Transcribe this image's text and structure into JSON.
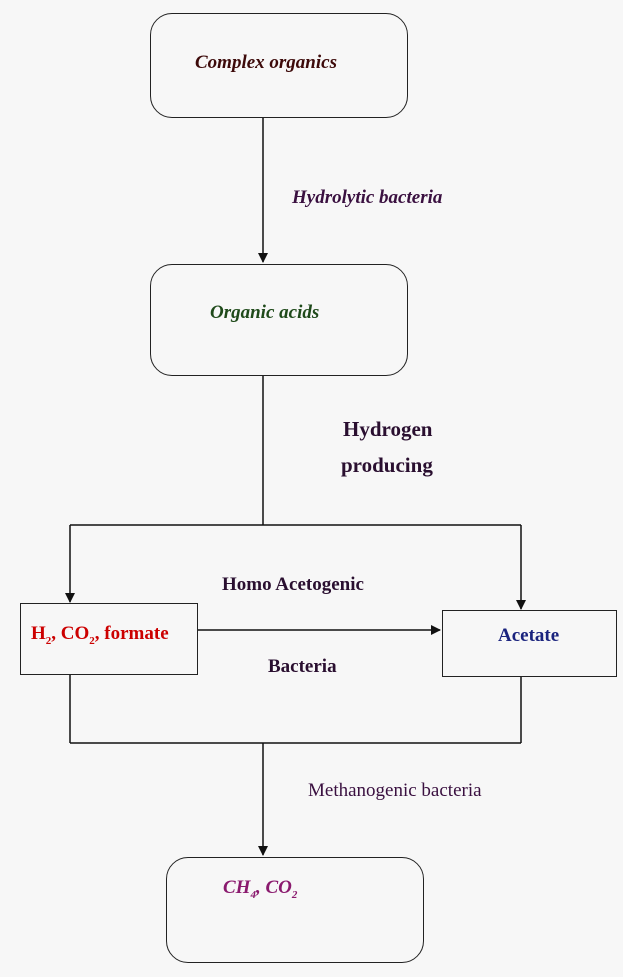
{
  "nodes": {
    "complex_organics": {
      "label": "Complex organics",
      "color": "#3d0a0a"
    },
    "organic_acids": {
      "label": "Organic acids",
      "color": "#1f4a1a"
    },
    "h2_co2_formate": {
      "h": "H",
      "h_sub": "2",
      "co": ", CO",
      "co_sub": "2",
      "rest": ", formate",
      "color": "#cc0000"
    },
    "acetate": {
      "label": "Acetate",
      "color": "#1a237e"
    },
    "ch4_co2": {
      "ch": "CH",
      "ch_sub": "4",
      "co": ", CO",
      "co_sub": "2",
      "color": "#8a1a6e"
    }
  },
  "edges": {
    "hydrolytic": {
      "label": "Hydrolytic bacteria",
      "color": "#3a1040"
    },
    "hydrogen_line1": {
      "label": "Hydrogen",
      "color": "#2a0f30"
    },
    "hydrogen_line2": {
      "label": "producing",
      "color": "#2a0f30"
    },
    "homo_acetogenic": {
      "label": "Homo Acetogenic",
      "color": "#2a0f30"
    },
    "bacteria": {
      "label": "Bacteria",
      "color": "#2a0f30"
    },
    "methanogenic": {
      "label": "Methanogenic bacteria",
      "color": "#3a1040"
    }
  }
}
